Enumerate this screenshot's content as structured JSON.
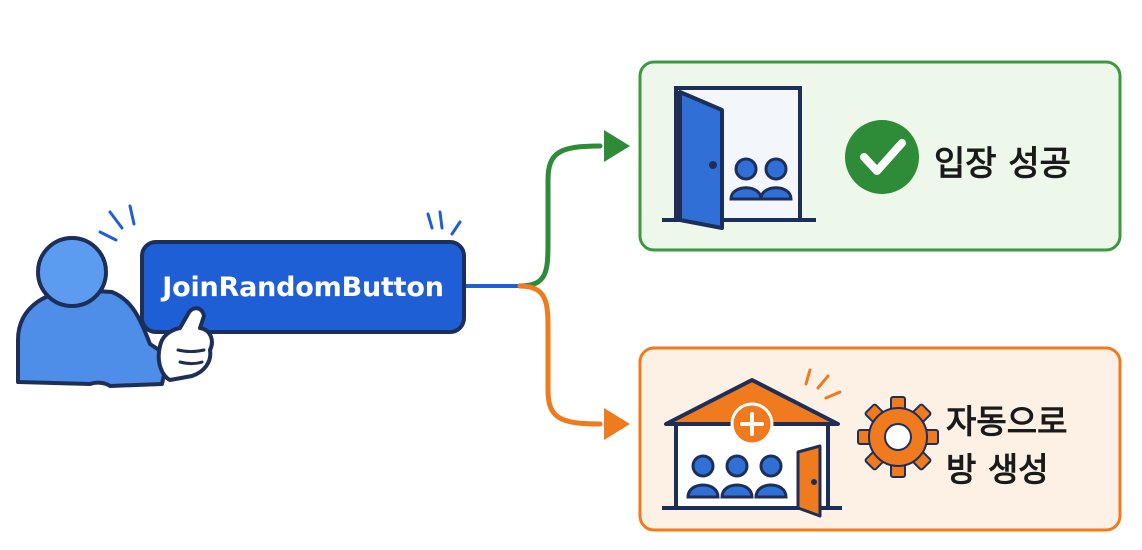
{
  "join_button": {
    "label": "JoinRandomButton"
  },
  "outcomes": {
    "success": {
      "label": "입장 성공"
    },
    "auto_create": {
      "line1": "자동으로",
      "line2": "방 생성"
    }
  },
  "colors": {
    "button_blue": "#1f5fd6",
    "person_blue": "#5b9bf0",
    "success_green": "#2e8b37",
    "success_bg": "#eef8ea",
    "auto_orange": "#f07a1e",
    "auto_bg": "#fdf1e6",
    "door_blue": "#2f6fd6"
  },
  "icons": {
    "user": "person-icon",
    "pointer": "pointing-hand-icon",
    "success_door": "open-door-icon",
    "check": "check-circle-icon",
    "house": "house-plus-icon",
    "gear": "gear-icon"
  }
}
